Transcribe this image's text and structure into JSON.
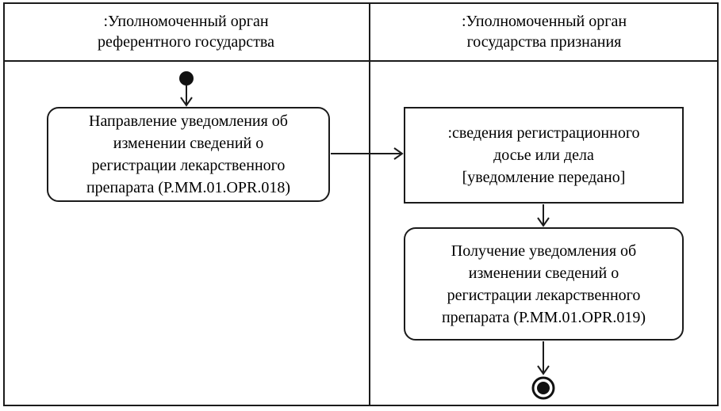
{
  "diagram": {
    "type": "uml-activity-diagram",
    "colors": {
      "line": "#1b1b1b",
      "background": "#ffffff",
      "text": "#000000"
    },
    "lanes": [
      {
        "title": ":Уполномоченный орган\nреферентного государства"
      },
      {
        "title": ":Уполномоченный орган\nгосударства признания"
      }
    ],
    "nodes": {
      "initial": {
        "icon": "initial-node-filled-circle"
      },
      "action_send": {
        "shape": "rounded-action",
        "text": "Направление уведомления об\nизменении сведений о\nрегистрации лекарственного\nпрепарата (P.MM.01.OPR.018)"
      },
      "object_state": {
        "shape": "object-rectangle",
        "text": ":сведения регистрационного\nдосье или дела\n[уведомление передано]"
      },
      "action_receive": {
        "shape": "rounded-action",
        "text": "Получение уведомления об\nизменении сведений о\nрегистрации лекарственного\nпрепарата (P.MM.01.OPR.019)"
      },
      "final": {
        "icon": "final-node-bullseye"
      }
    },
    "flows": [
      {
        "from": "initial",
        "to": "action_send"
      },
      {
        "from": "action_send",
        "to": "object_state"
      },
      {
        "from": "object_state",
        "to": "action_receive"
      },
      {
        "from": "action_receive",
        "to": "final"
      }
    ]
  }
}
